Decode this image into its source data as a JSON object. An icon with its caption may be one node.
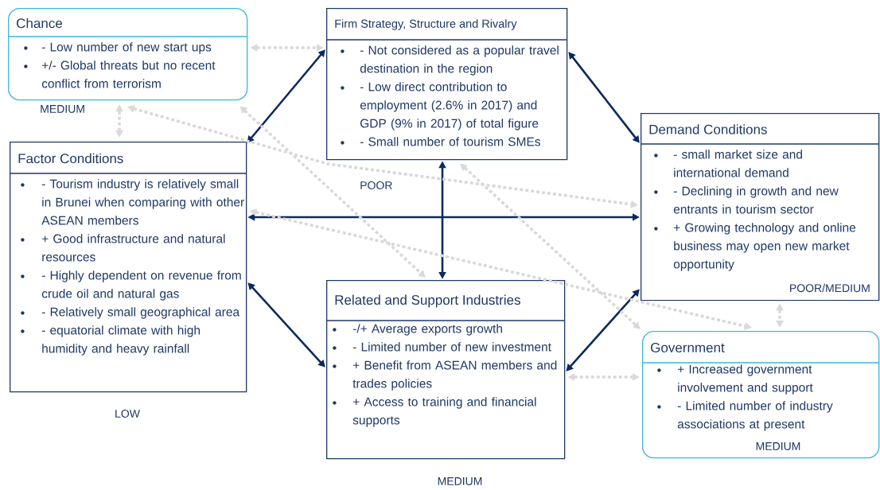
{
  "diagram": {
    "nodes": [
      {
        "text": [
          "Chance",
          "- Low number of new start ups",
          "+/- Global threats but no recent conflict from terrorism"
        ],
        "beside": [
          "MEDIUM"
        ]
      },
      {
        "text": [
          "Firm Strategy, Structure and Rivalry",
          "- Not considered as a popular travel destination in the region",
          "- Low direct contribution to employment (2.6% in 2017) and GDP (9% in 2017) of total figure",
          "- Small number of tourism SMEs"
        ],
        "beside": [
          "POOR"
        ]
      },
      {
        "text": [
          "Factor Conditions",
          "- Tourism industry is relatively small in Brunei when comparing with other ASEAN members",
          "+ Good infrastructure and natural resources",
          "- Highly dependent on revenue from crude oil and natural gas",
          "- Relatively small geographical area",
          "- equatorial climate with high humidity and heavy rainfall"
        ],
        "beside": [
          "LOW"
        ]
      },
      {
        "text": [
          "Demand Conditions",
          "- small market size and international demand",
          "- Declining in growth and new entrants in tourism sector",
          "+ Growing technology and online business may open new market opportunity",
          "POOR/MEDIUM"
        ]
      },
      {
        "text": [
          "Related and Support Industries",
          "-/+ Average exports growth",
          "- Limited number of new investment",
          "+ Benefit from ASEAN members and trades policies",
          "+ Access to training and financial supports"
        ],
        "beside": [
          "MEDIUM"
        ]
      },
      {
        "text": [
          "Government",
          "+ Increased government involvement and support",
          "- Limited number of industry associations at present",
          "MEDIUM"
        ]
      }
    ],
    "edges": [
      {
        "from": 2,
        "to": 1,
        "arrow": "both",
        "color": "#0d2a5e"
      },
      {
        "from": 1,
        "to": 3,
        "arrow": "both",
        "color": "#0d2a5e"
      },
      {
        "from": 2,
        "to": 3,
        "arrow": "both",
        "color": "#0d2a5e"
      },
      {
        "from": 1,
        "to": 4,
        "arrow": "both",
        "color": "#0d2a5e"
      },
      {
        "from": 2,
        "to": 4,
        "arrow": "both",
        "color": "#0d2a5e"
      },
      {
        "from": 4,
        "to": 3,
        "arrow": "both",
        "color": "#0d2a5e"
      },
      {
        "from": 0,
        "to": 1,
        "arrow": "both",
        "style": "dashed",
        "color": "#d9d9d9"
      },
      {
        "from": 0,
        "to": 2,
        "arrow": "both",
        "style": "dashed",
        "color": "#d9d9d9"
      },
      {
        "from": 0,
        "to": 4,
        "arrow": "both",
        "style": "dashed",
        "color": "#d9d9d9"
      },
      {
        "from": 0,
        "to": 3,
        "arrow": "both",
        "style": "dashed",
        "color": "#d9d9d9"
      },
      {
        "from": 1,
        "to": 5,
        "arrow": "both",
        "style": "dashed",
        "color": "#d9d9d9"
      },
      {
        "from": 2,
        "to": 5,
        "arrow": "both",
        "style": "dashed",
        "color": "#d9d9d9"
      },
      {
        "from": 3,
        "to": 5,
        "arrow": "both",
        "style": "dashed",
        "color": "#d9d9d9"
      },
      {
        "from": 4,
        "to": 5,
        "arrow": "both",
        "style": "dashed",
        "color": "#d9d9d9"
      }
    ]
  }
}
